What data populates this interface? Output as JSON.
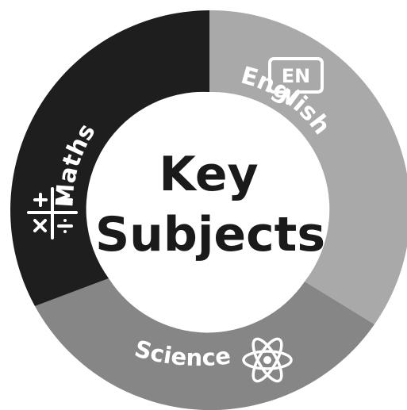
{
  "center": {
    "line1": "Key",
    "line2": "Subjects"
  },
  "segments": [
    {
      "label": "English",
      "icon": "speech-bubble-icon",
      "badge_text": "EN",
      "color": "#a9a9a9"
    },
    {
      "label": "Science",
      "icon": "atom-icon",
      "color": "#868686"
    },
    {
      "label": "Maths",
      "icon": "math-operators-icon",
      "color": "#1e1e1e"
    }
  ],
  "colors": {
    "center_fill": "#ffffff",
    "title_text": "#1a1a1a",
    "segment_text": "#ffffff"
  }
}
